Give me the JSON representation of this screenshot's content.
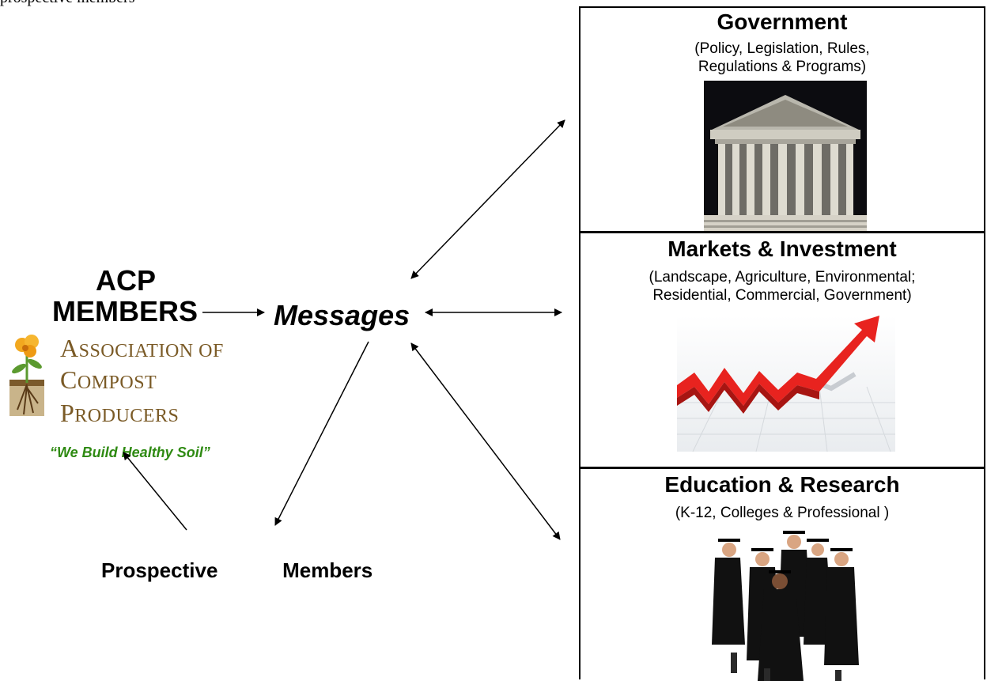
{
  "header_fragment": "prospective members",
  "source": {
    "line1": "ACP",
    "line2": "MEMBERS"
  },
  "hub": {
    "label": "Messages"
  },
  "prospective": {
    "label": "Prospective   Members"
  },
  "logo": {
    "line1": "Association of",
    "line2": "Compost",
    "line3": "Producers",
    "tagline": "“We Build Healthy Soil”",
    "colors": {
      "text": "#7a5a26",
      "tagline": "#2e8a12",
      "flower": "#f2a81f",
      "leaf": "#5b9a2f"
    }
  },
  "panels": [
    {
      "title": "Government",
      "subtitle_line1": "(Policy, Legislation, Rules,",
      "subtitle_line2": "Regulations & Programs)",
      "image": "temple-photo"
    },
    {
      "title": "Markets & Investment",
      "subtitle_line1": "(Landscape, Agriculture, Environmental;",
      "subtitle_line2": "Residential, Commercial, Government)",
      "image": "rising-red-arrow-chart"
    },
    {
      "title": "Education & Research",
      "subtitle_line1": "(K-12, Colleges & Professional )",
      "image": "graduates-photo"
    }
  ]
}
